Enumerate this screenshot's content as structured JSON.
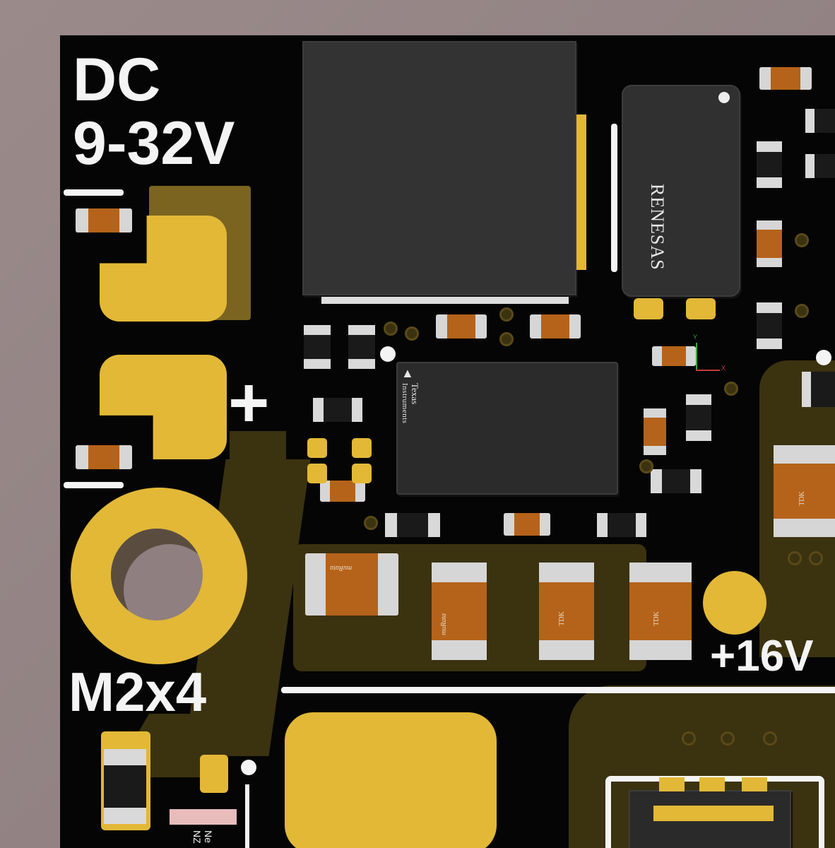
{
  "silkscreen": {
    "dc_label": "DC",
    "voltage_label": "9-32V",
    "plus_label": "+",
    "mount_label": "M2x4",
    "output_label": "+16V"
  },
  "components": {
    "ti_brand_line1": "Texas",
    "ti_brand_line2": "Instruments",
    "renesas_brand": "RENESAS",
    "murata_brand_1": "muRata",
    "murata_brand_2": "muRata",
    "tdk_brand_1": "TDK",
    "tdk_brand_2": "TDK",
    "tdk_brand_3": "TDK",
    "partial_label_1": "Ne",
    "partial_label_2": "NZ"
  },
  "colors": {
    "board": "#050505",
    "copper_pad": "#e2b836",
    "trace": "#3b3210",
    "silkscreen": "#f4f4f4",
    "background": "#9a8a8a"
  },
  "axis_indicator": {
    "x_label": "X",
    "y_label": "Y"
  }
}
